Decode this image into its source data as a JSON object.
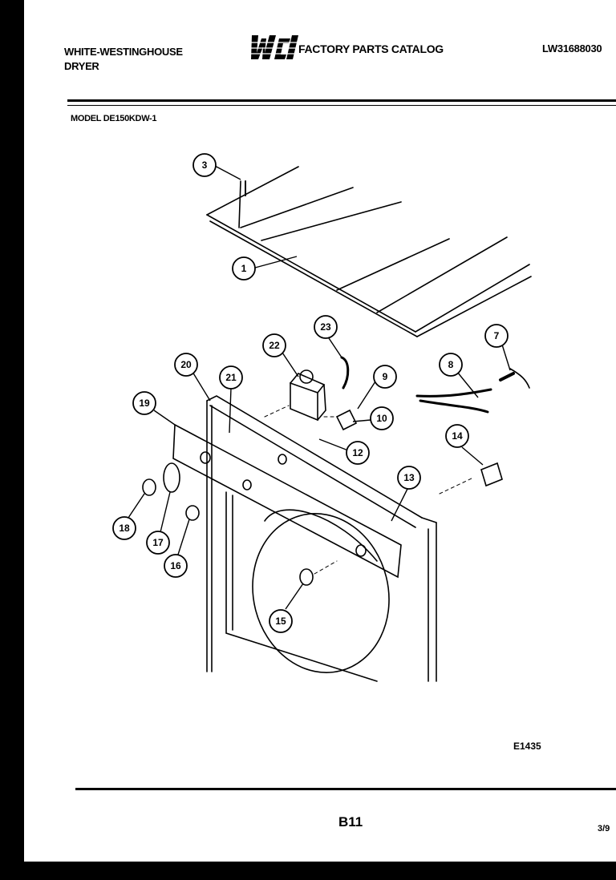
{
  "header": {
    "brand_line1": "WHITE-WESTINGHOUSE",
    "brand_line2": "DRYER",
    "logo_text": "WCI",
    "catalog_title": "FACTORY PARTS CATALOG",
    "catalog_number": "LW31688030",
    "model": "MODEL DE150KDW-1"
  },
  "callouts": [
    "3",
    "1",
    "23",
    "22",
    "20",
    "21",
    "9",
    "10",
    "12",
    "8",
    "7",
    "19",
    "13",
    "14",
    "18",
    "17",
    "16",
    "15"
  ],
  "footer": {
    "diagram_code": "E1435",
    "page_number": "B11",
    "date_code": "3/9"
  }
}
